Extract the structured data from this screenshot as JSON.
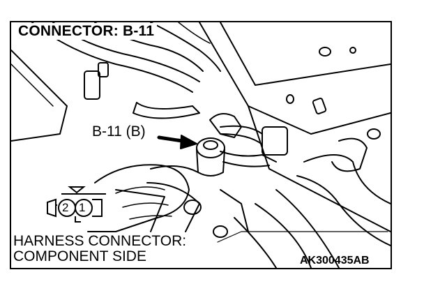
{
  "title": "CONNECTOR: B-11",
  "callout": "B-11 (B)",
  "harness_line1": "HARNESS CONNECTOR:",
  "harness_line2": "COMPONENT SIDE",
  "reference_code": "AK300435AB",
  "pins": [
    "2",
    "1"
  ],
  "colors": {
    "line": "#000000",
    "background": "#ffffff"
  }
}
